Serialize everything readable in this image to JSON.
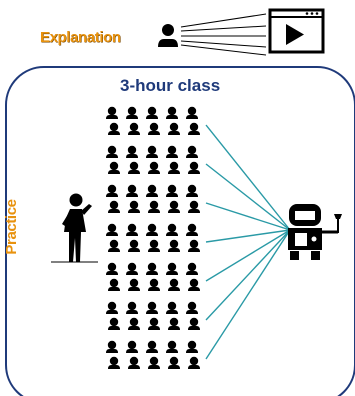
{
  "explanation": {
    "label": "Explanation"
  },
  "class_box": {
    "title": "3-hour class"
  },
  "practice": {
    "label": "Practice"
  },
  "rows": [
    {
      "icon": "audience-row-icon",
      "people": 5
    },
    {
      "icon": "audience-row-icon",
      "people": 5
    },
    {
      "icon": "audience-row-icon",
      "people": 5
    },
    {
      "icon": "audience-row-icon",
      "people": 5
    },
    {
      "icon": "audience-row-icon",
      "people": 5
    },
    {
      "icon": "audience-row-icon",
      "people": 5
    },
    {
      "icon": "audience-row-icon",
      "people": 5
    }
  ],
  "icons": {
    "presenter": "presenter-icon",
    "video": "video-player-icon",
    "instructor": "instructor-icon",
    "robot": "robot-icon"
  },
  "colors": {
    "label_orange": "#e8920e",
    "title_blue": "#1f3a7a",
    "box_border": "#1f3a7a",
    "connector": "#2a9aa6",
    "icon": "#000000"
  }
}
